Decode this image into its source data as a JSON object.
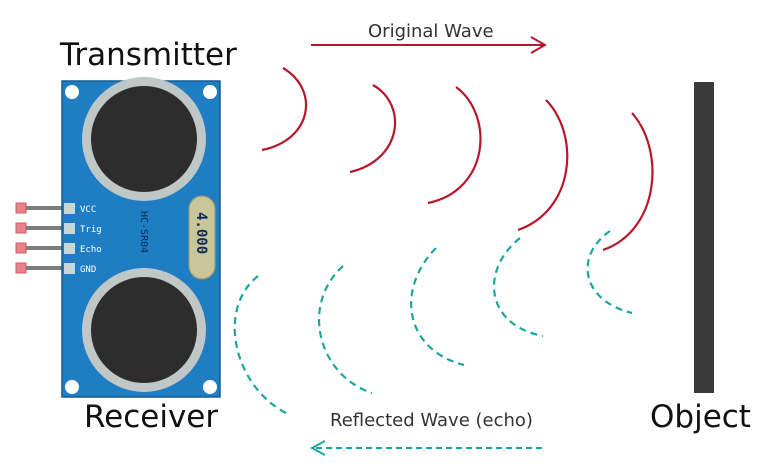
{
  "labels": {
    "transmitter": "Transmitter",
    "receiver": "Receiver",
    "object": "Object",
    "original_wave": "Original Wave",
    "reflected_wave": "Reflected Wave (echo)"
  },
  "sensor": {
    "model": "HC-SR04",
    "crystal": "4.000",
    "pins": [
      "VCC",
      "Trig",
      "Echo",
      "GND"
    ]
  },
  "colors": {
    "board": "#1f7dc4",
    "original_wave": "#b5172b",
    "reflected_wave": "#1aa6a0",
    "object": "#3a3a3a",
    "transducer_ring": "#bfc7c7",
    "transducer_core": "#2d2d2d",
    "pin_tip": "#e8828a"
  }
}
